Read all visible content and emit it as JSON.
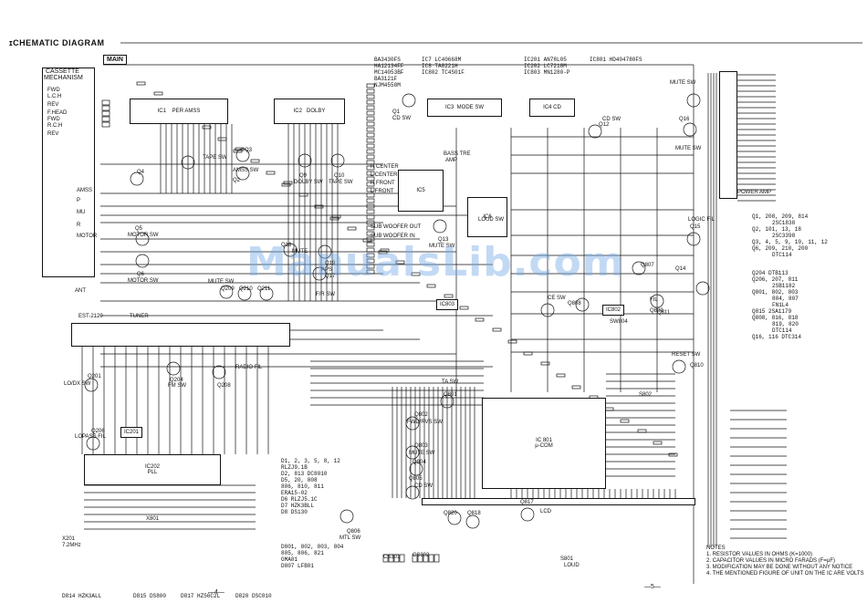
{
  "title": "ɪCHEMATIC DIAGRAM",
  "main_label": "MAIN",
  "cassette": {
    "title_line1": "CASSETTE",
    "title_line2": "MECHANISM",
    "labels": [
      "FWD",
      "L.C.H",
      "REV",
      "F.HEAD",
      "FWD",
      "R.C.H",
      "REV",
      "AMSS",
      "P",
      "MU",
      "R",
      "MOTOR"
    ]
  },
  "ic_part_list": [
    "BA3430FS",
    "HA12134FF",
    "MC14053BF",
    "BA3121F",
    "NJM4558M",
    "IC7  LC40668M",
    "IC8  TA8221H",
    "IC802  TC4S01F",
    "IC201  AN78L05",
    "IC202  LC7218M",
    "IC803  MN1280-P",
    "IC801  HD404780FS"
  ],
  "ic_blocks": {
    "ic1": "IC1",
    "per_amss": "PER AMSS",
    "ic2": "IC2",
    "dolby": "DOLBY",
    "ic3": "IC3",
    "mode_sw": "MODE SW",
    "ic4": "IC4 CD",
    "ic5": "IC5",
    "ic6": "IC6",
    "power_amp": "POWER AMP",
    "ic202": "IC202",
    "pll": "PLL",
    "ic201": "IC201",
    "ic801": "IC 801",
    "ucom": "μ-COM",
    "ic803": "IC803",
    "ic802": "IC802"
  },
  "transistor_labels": [
    "Q1",
    "CD SW",
    "Q3",
    "AMSS SW",
    "Q4",
    "Q2",
    "TAPE SW",
    "Q9",
    "DOLBY SW",
    "Q10",
    "TAPE SW",
    "Q5",
    "MOTOR SW",
    "Q6",
    "MOTOR SW",
    "Q18",
    "MUTE",
    "Q19",
    "APS",
    "Q17",
    "F/R SW",
    "Q13",
    "MUTE SW",
    "Q209",
    "Q210",
    "Q211",
    "MUTE SW",
    "Q16",
    "MUTE SW",
    "Q15",
    "Q12",
    "CD SW",
    "MUTE SW",
    "Q14",
    "LOGIC FIL",
    "Q807",
    "FIL",
    "Q809",
    "Q811",
    "CE SW",
    "Q808",
    "RESET SW",
    "Q810",
    "Q201",
    "LO/DX SW",
    "Q204",
    "FM SW",
    "Q208",
    "RADIO FIL",
    "Q206",
    "LOPASS FIL",
    "Q802",
    "FWD/RVS SW",
    "Q801",
    "TA SW",
    "Q803",
    "MUTE SW",
    "Q804",
    "CD SW",
    "Q805",
    "Q806",
    "MTL SW",
    "Q820",
    "Q818",
    "Q817"
  ],
  "tuner": {
    "module": "EST-2120",
    "label": "TUNER"
  },
  "switch_labels": [
    "LOUD SW",
    "BASS TRE",
    "AMP",
    "R CENTER",
    "L CENTER",
    "R FRONT",
    "L FRONT",
    "SUB WOOFER OUT",
    "SUB WOOFER IN",
    "S801",
    "LOUD",
    "S802",
    "SW804",
    "X201",
    "7.2MHz",
    "X801",
    "ANT",
    "LCD",
    "CS302",
    "CS301"
  ],
  "diode_list_block": [
    "D1, 2, 3, 5, 8, 12",
    "RLZJ9.1B",
    "D2, 813  DC8010",
    "D5, 20, 808",
    "806, 810, 811",
    "ERA15-02",
    "D6  RLZJ5.1C",
    "D7  HZK3BLL",
    "D8  DS130"
  ],
  "diode_list_bottom": [
    "D801, 802, 803, 804",
    "805, 806, 821",
    "GMA01",
    "D807  LFB01"
  ],
  "diode_footer": [
    "D814  HZK3ALL",
    "D815  DS800",
    "D817  HZ56C2L",
    "D820  DSC010"
  ],
  "transistor_list": [
    "Q1, 208, 209, 814",
    "2SC1838",
    "Q2, 101, 13, 18",
    "2SC3398",
    "Q3, 4, 5, 9, 10, 11, 12",
    "Q6, 209, 210, 200",
    "DTC114",
    "Q204  DTB113",
    "Q206, 207, 811",
    "2SB1182",
    "Q801, 802, 803",
    "804, 807",
    "FN1L4",
    "Q815  2SA1179",
    "Q808, 816, 818",
    "819, 820",
    "DTC114",
    "Q16, 116  DTC314"
  ],
  "notes": [
    "NOTES",
    "1. RESISTOR VALUES IN OHMS (K=1000)",
    "2. CAPACITOR VALUES IN MICRO FARADS (F=μF)",
    "3. MODIFICATION MAY BE DONE WITHOUT ANY NOTICE",
    "4. THE MENTIONED FIGURE OF UNIT ON THE IC ARE VOLTS"
  ],
  "page_numbers": [
    "—4—",
    "—5—"
  ],
  "watermark": "ManualsLib.com",
  "colors": {
    "ink": "#111111",
    "paper": "#ffffff",
    "watermark": "#78aae6"
  }
}
